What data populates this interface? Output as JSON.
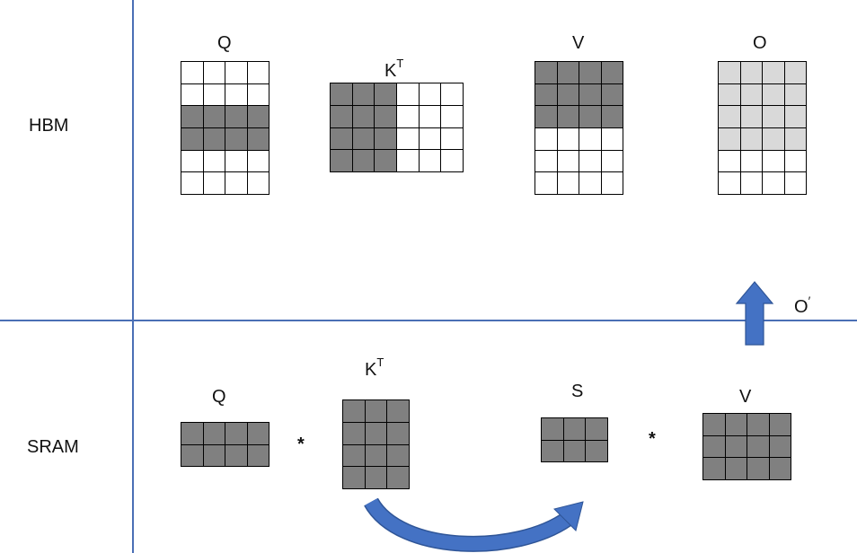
{
  "rows": {
    "hbm_label": "HBM",
    "sram_label": "SRAM"
  },
  "hbm": {
    "q_label": "Q",
    "k_label": "K",
    "k_sup": "T",
    "v_label": "V",
    "o_label": "O"
  },
  "sram": {
    "q_label": "Q",
    "k_label": "K",
    "k_sup": "T",
    "s_label": "S",
    "v_label": "V",
    "mult_1": "*",
    "mult_2": "*",
    "o_prime_label": "O",
    "o_prime_mark": "′"
  },
  "colors": {
    "dark_block": "#808080",
    "light_block": "#d9d9d9",
    "divider": "#4a6fb5",
    "arrow": "#4472c4"
  }
}
